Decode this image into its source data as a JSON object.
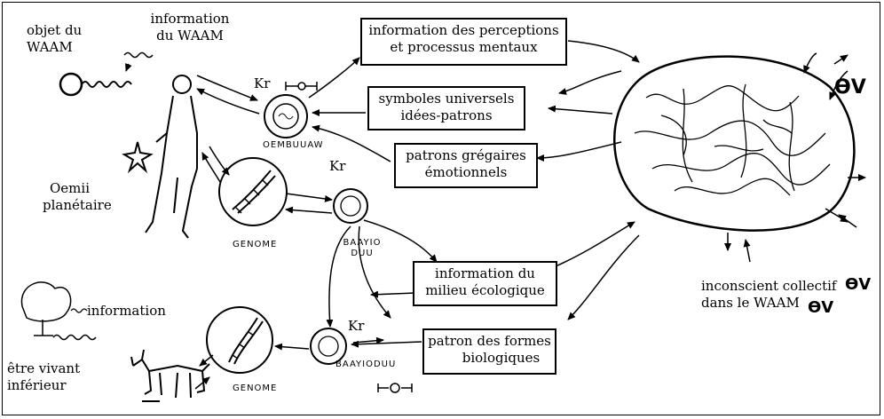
{
  "labels": {
    "objet_du_waam": [
      "objet du",
      "WAAM"
    ],
    "information_du_waam": [
      "information",
      "du WAAM"
    ],
    "kr": "Kr",
    "oembuuaw": "OEMBUUAW",
    "oemii": [
      "Oemii",
      "planétaire"
    ],
    "genome": "GENOME",
    "baayioduu": [
      "BAAYIO",
      "DUU"
    ],
    "information": "information",
    "etre_vivant": [
      "être vivant",
      "inférieur"
    ],
    "baayioduu_bottom": "BAAYIODUU",
    "inconscient": [
      "inconscient collectif",
      "dans le WAAM"
    ],
    "ummo_symbol": "ϴV"
  },
  "boxes": {
    "perceptions": [
      "information des perceptions",
      "et processus mentaux"
    ],
    "symboles": [
      "symboles universels",
      "idées-patrons"
    ],
    "gregaires": [
      "patrons grégaires",
      "émotionnels"
    ],
    "milieu": [
      "information du",
      "milieu écologique"
    ],
    "formes": [
      "patron des formes",
      "biologiques"
    ]
  }
}
